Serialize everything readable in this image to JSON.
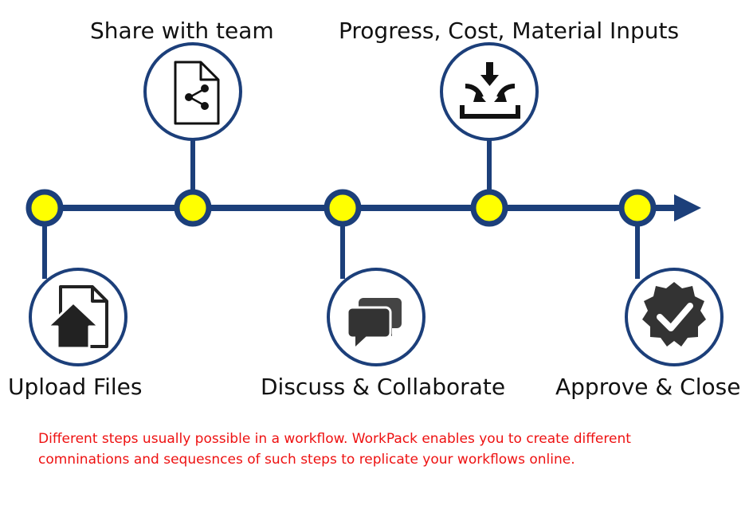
{
  "colors": {
    "line": "#1c3f7a",
    "node_fill": "#ffff00",
    "icon": "#222222",
    "caption": "#ee1111"
  },
  "steps": [
    {
      "label": "Upload Files",
      "icon": "file-upload-icon",
      "side": "below"
    },
    {
      "label": "Share with team",
      "icon": "file-share-icon",
      "side": "above"
    },
    {
      "label": "Discuss & Collaborate",
      "icon": "chat-bubbles-icon",
      "side": "below"
    },
    {
      "label": "Progress, Cost, Material Inputs",
      "icon": "inbox-arrows-icon",
      "side": "above"
    },
    {
      "label": "Approve & Close",
      "icon": "verified-badge-icon",
      "side": "below"
    }
  ],
  "caption": {
    "line1": "Different steps usually possible in a workflow. WorkPack enables you to create different",
    "line2": "comninations and sequesnces of such steps to replicate your workflows online."
  }
}
